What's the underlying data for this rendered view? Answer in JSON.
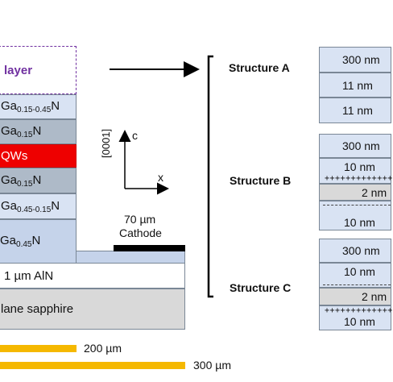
{
  "stack": {
    "top_layer": "layer",
    "graded_layer": {
      "prefix": "Ga",
      "sub": "0.15-0.45",
      "suffix": "N"
    },
    "ingan_layer": {
      "prefix": "Ga",
      "sub": "0.15",
      "suffix": "N"
    },
    "qws_layer": "QWs",
    "ingan_layer2": {
      "prefix": "Ga",
      "sub": "0.15",
      "suffix": "N"
    },
    "graded_layer2": {
      "prefix": "Ga",
      "sub": "0.45-0.15",
      "suffix": "N"
    },
    "bottom_layer": {
      "prefix": "Ga",
      "sub": "0.45",
      "suffix": "N"
    },
    "aln_layer": "1 µm AlN",
    "substrate": "lane sapphire",
    "cathode_label_line1": "70 µm",
    "cathode_label_line2": "Cathode"
  },
  "axes": {
    "crystal_dir": "[0001]",
    "c_label": "c",
    "x_label": "x"
  },
  "structures": [
    {
      "label": "Structure A",
      "boxes": [
        "300 nm",
        "11 nm",
        "11 nm"
      ]
    },
    {
      "label": "Structure B",
      "boxes": [
        "300 nm",
        "10 nm",
        "2 nm",
        "10 nm"
      ]
    },
    {
      "label": "Structure C",
      "boxes": [
        "300 nm",
        "10 nm",
        "2 nm",
        "10 nm"
      ]
    }
  ],
  "scale_bars": [
    {
      "label": "200 µm"
    },
    {
      "label": "300 µm"
    }
  ],
  "colors": {
    "light_blue": "#d9e3f3",
    "mid_blue": "#c5d3ea",
    "gray_blue": "#aebac8",
    "red": "#ee0000",
    "aln_white": "#ffffff",
    "sapphire_gray": "#d9d9d9",
    "scale_yellow": "#f5b800",
    "dashed_purple": "#7030a0",
    "cathode_black": "#000000"
  }
}
